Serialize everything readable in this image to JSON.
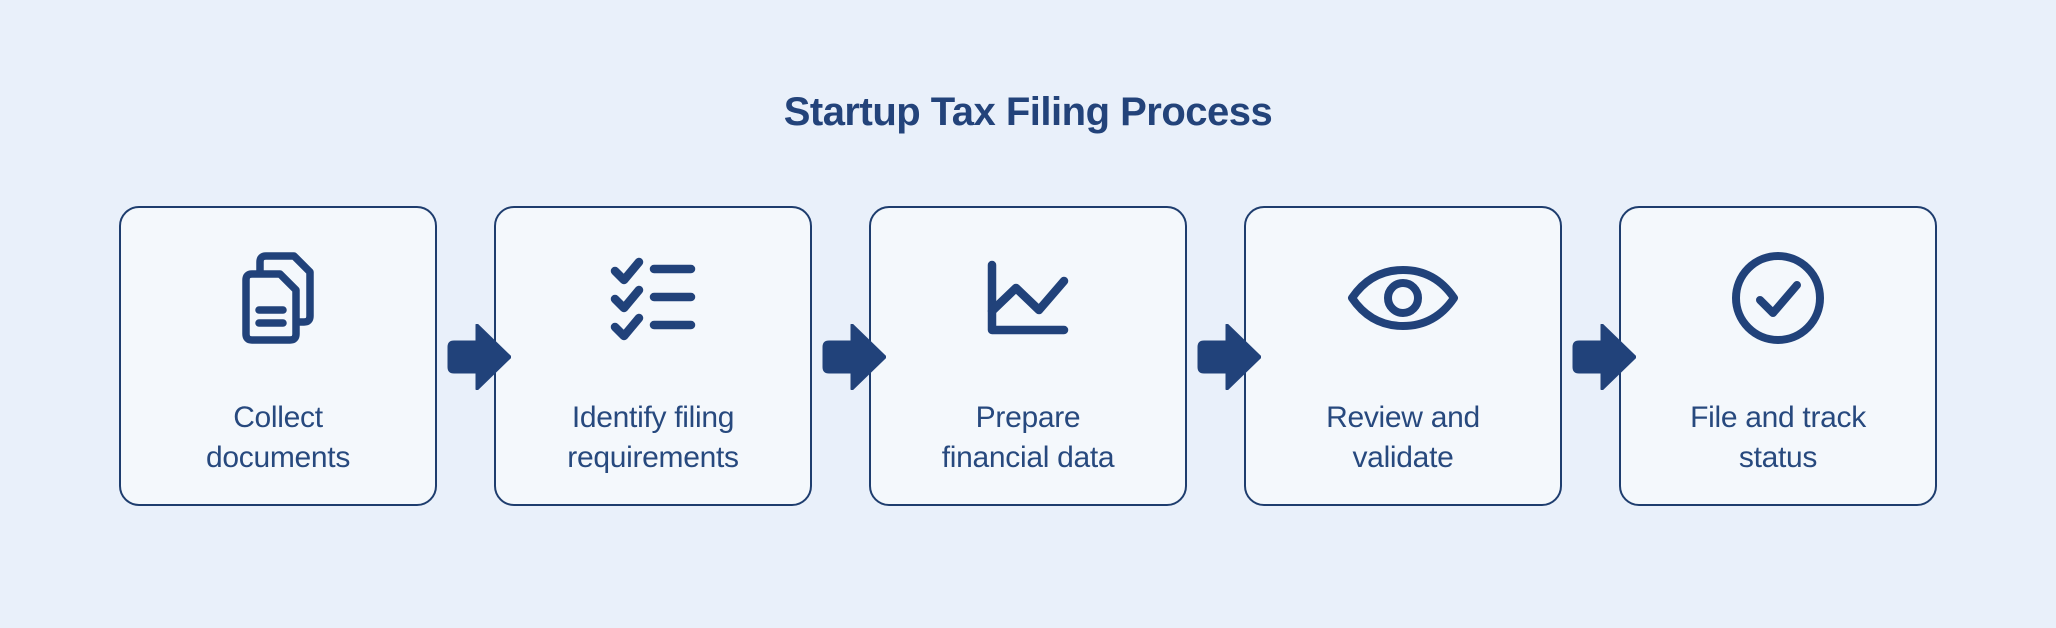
{
  "page": {
    "title": "Startup Tax Filing Process"
  },
  "colors": {
    "page_bg": "#e9f0fa",
    "box_bg": "#f4f8fc",
    "box_border": "#1e3d6e",
    "navy": "#21427a",
    "label_text": "#27497e",
    "title_text": "#23437a"
  },
  "steps": [
    {
      "icon": "documents-icon",
      "label": "Collect\ndocuments"
    },
    {
      "icon": "checklist-icon",
      "label": "Identify filing\nrequirements"
    },
    {
      "icon": "line-chart-icon",
      "label": "Prepare\nfinancial data"
    },
    {
      "icon": "eye-icon",
      "label": "Review and\nvalidate"
    },
    {
      "icon": "circle-check-icon",
      "label": "File and track\nstatus"
    }
  ],
  "connector": {
    "icon": "arrow-right-icon"
  }
}
